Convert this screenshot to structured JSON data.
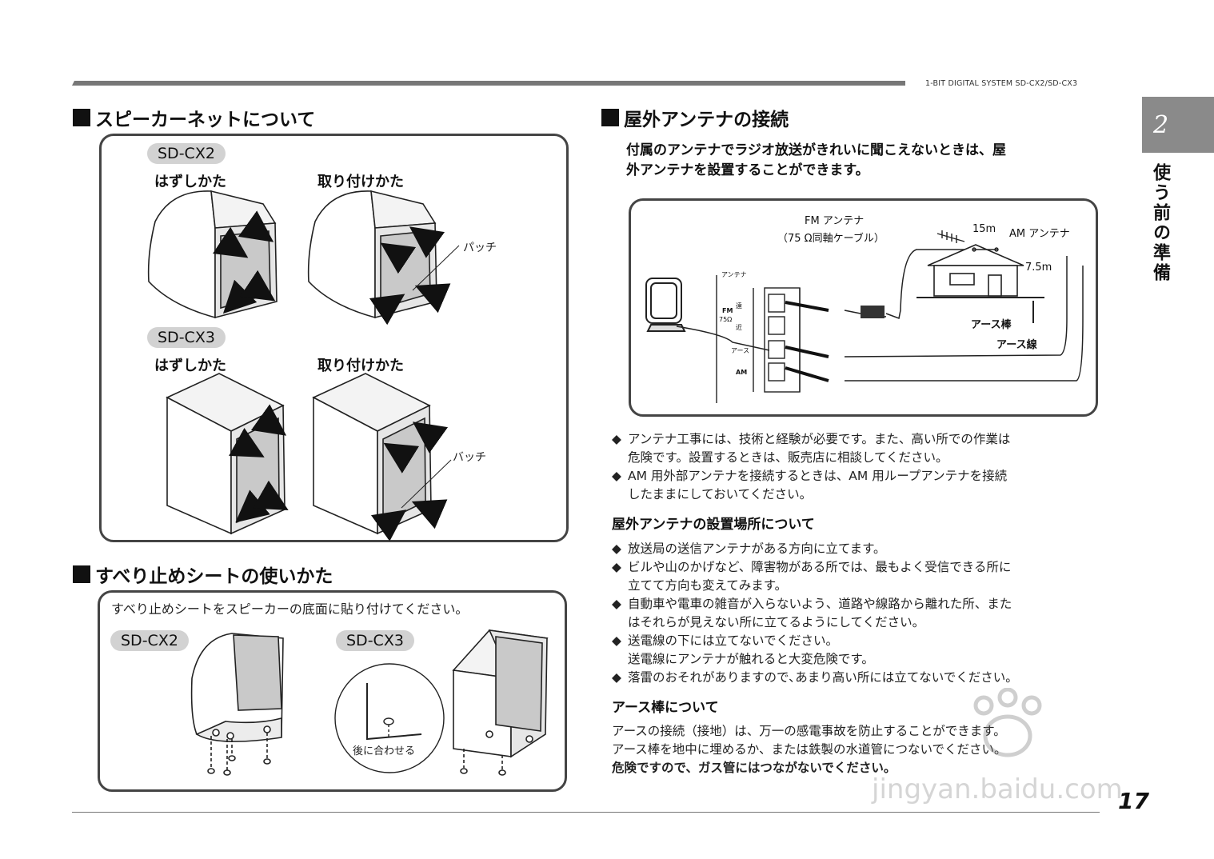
{
  "header": {
    "model": "1-BIT DIGITAL SYSTEM SD-CX2/SD-CX3"
  },
  "sidebar": {
    "chapter_number": "2",
    "chapter_title": "使う前の準備"
  },
  "section_speaker_net": {
    "title": "スピーカーネットについて",
    "sd_cx2": {
      "model": "SD-CX2",
      "remove": "はずしかた",
      "attach": "取り付けかた",
      "patch": "パッチ"
    },
    "sd_cx3": {
      "model": "SD-CX3",
      "remove": "はずしかた",
      "attach": "取り付けかた",
      "patch": "バッチ"
    }
  },
  "section_sheet": {
    "title": "すべり止めシートの使いかた",
    "instruction": "すべり止めシートをスピーカーの底面に貼り付けてください。",
    "model_a": "SD-CX2",
    "model_b": "SD-CX3",
    "align_label": "後に合わせる"
  },
  "section_antenna": {
    "title": "屋外アンテナの接続",
    "intro_line1": "付属のアンテナでラジオ放送がきれいに聞こえないときは、屋",
    "intro_line2": "外アンテナを設置することができます。",
    "diagram": {
      "fm_antenna": "FM アンテナ",
      "fm_cable": "（75 Ω同軸ケーブル）",
      "distance": "15m",
      "am_antenna": "AM アンテナ",
      "height": "7.5m",
      "ground_rod": "アース棒",
      "ground_wire": "アース線",
      "panel_title": "アンテナ",
      "fm_label": "FM",
      "fm_ohm": "75Ω",
      "near": "近",
      "far": "遠",
      "earth": "アース",
      "am_label": "AM"
    },
    "notes": [
      {
        "line1": "アンテナ工事には、技術と経験が必要です。また、高い所での作業は",
        "line2": "危険です。設置するときは、販売店に相談してください。"
      },
      {
        "line1": "AM 用外部アンテナを接続するときは、AM 用ループアンテナを接続",
        "line2": "したままにしておいてください。"
      }
    ],
    "placement_heading": "屋外アンテナの設置場所について",
    "placement": [
      {
        "line1": "放送局の送信アンテナがある方向に立てます。",
        "line2": ""
      },
      {
        "line1": "ビルや山のかげなど、障害物がある所では、最もよく受信できる所に",
        "line2": "立てて方向も変えてみます。"
      },
      {
        "line1": "自動車や電車の雑音が入らないよう、道路や線路から離れた所、また",
        "line2": "はそれらが見えない所に立てるようにしてください。"
      },
      {
        "line1": "送電線の下には立てないでください。",
        "line2": "送電線にアンテナが触れると大変危険です。"
      },
      {
        "line1": "落雷のおそれがありますので､あまり高い所には立てないでください。",
        "line2": ""
      }
    ],
    "ground_heading": "アース棒について",
    "ground_line1": "アースの接続（接地）は、万一の感電事故を防止することができます。",
    "ground_line2": "アース棒を地中に埋めるか、または鉄製の水道管につないでください。",
    "ground_line3": "危険ですので、ガス管にはつながないでください。"
  },
  "footer": {
    "page_number": "17",
    "watermark": "jingyan.baidu.com"
  }
}
